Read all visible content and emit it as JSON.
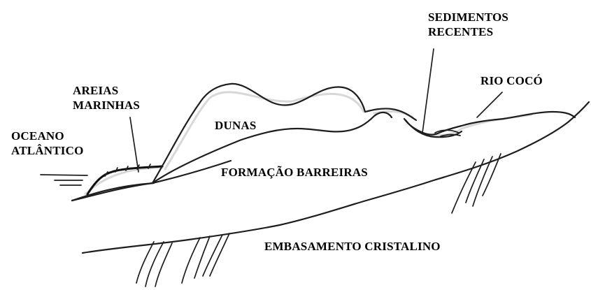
{
  "labels": {
    "ocean": [
      "OCEANO",
      "ATLÂNTICO"
    ],
    "marine_sands": [
      "AREIAS",
      "MARINHAS"
    ],
    "dunes": "DUNAS",
    "recent_sediments": [
      "SEDIMENTOS",
      "RECENTES"
    ],
    "river": "RIO COCÓ",
    "barreiras": "FORMAÇÃO BARREIRAS",
    "basement": "EMBASAMENTO CRISTALINO"
  },
  "colors": {
    "ink": "#1e1e1e",
    "text": "#000000",
    "background": "#ffffff"
  }
}
